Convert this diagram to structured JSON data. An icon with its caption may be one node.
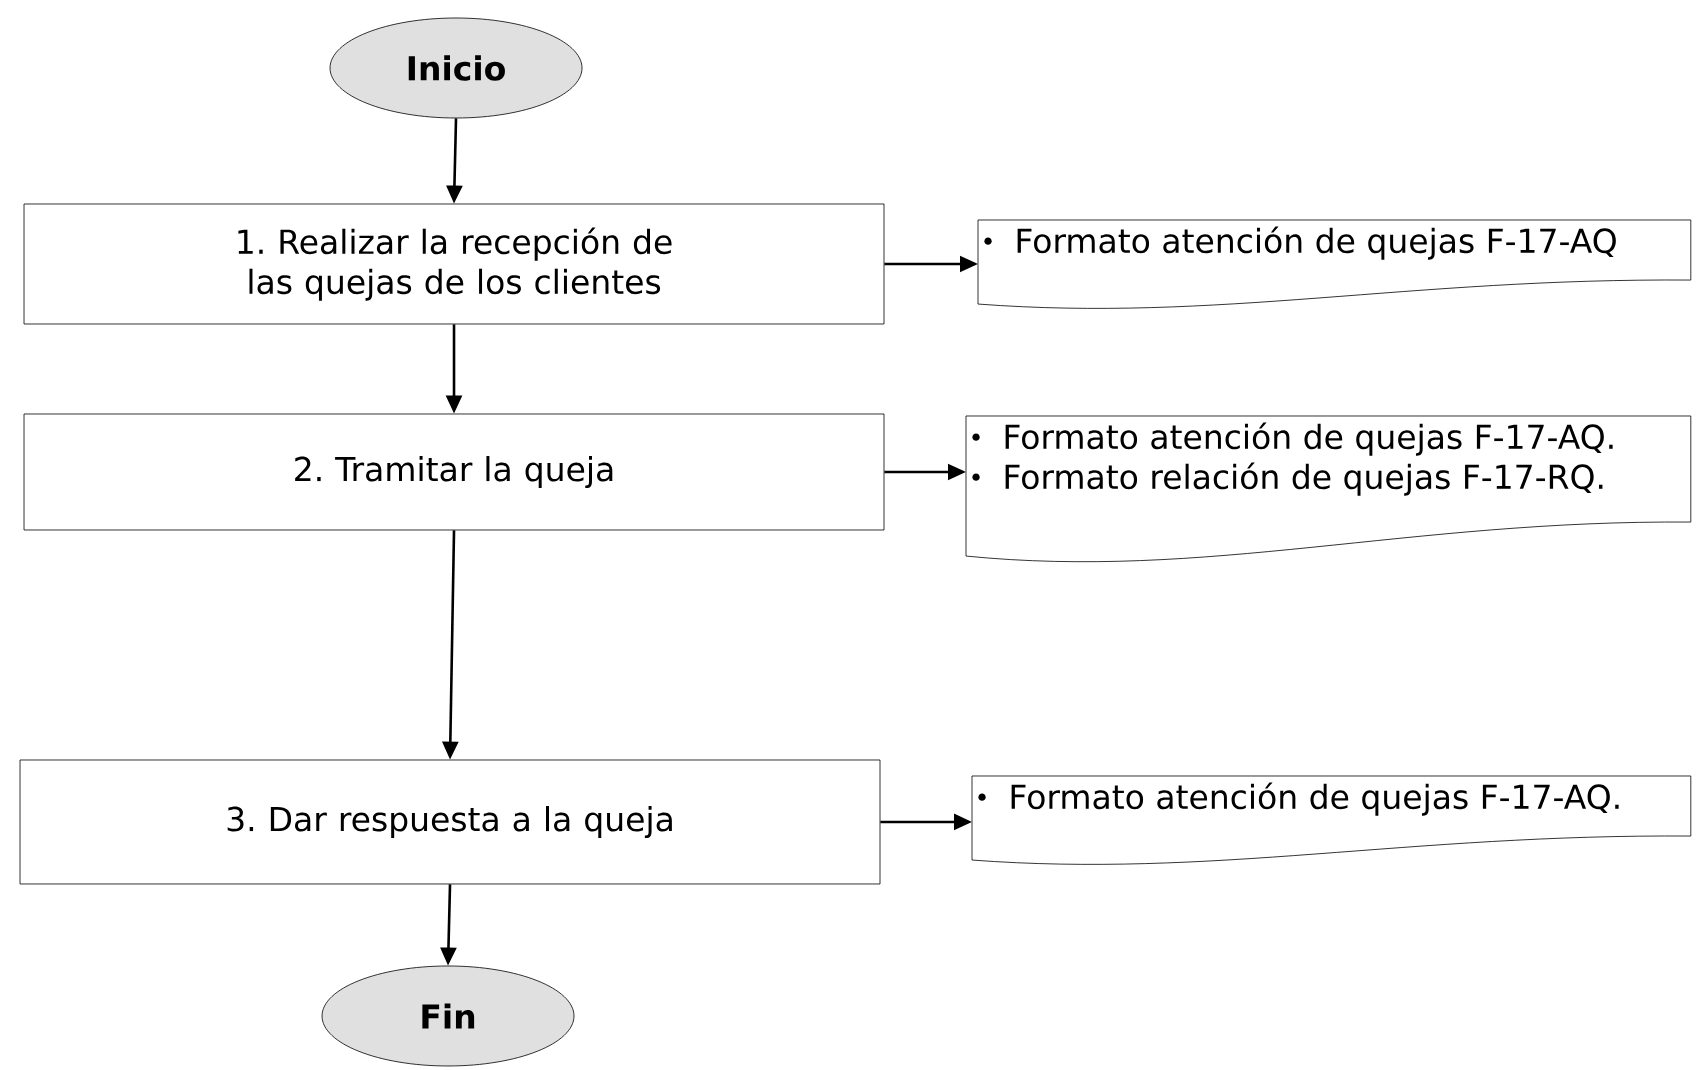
{
  "diagram": {
    "nodes": [
      {
        "text": [
          "Inicio"
        ]
      },
      {
        "text": [
          "1. Realizar la recepción de las quejas de los clientes"
        ]
      },
      {
        "text": [
          "Formato atención de quejas F-17-AQ"
        ]
      },
      {
        "text": [
          "2. Tramitar la queja"
        ]
      },
      {
        "text": [
          "Formato atención de quejas F-17-AQ.",
          "Formato relación de quejas F-17-RQ."
        ]
      },
      {
        "text": [
          "3. Dar respuesta a la queja"
        ]
      },
      {
        "text": [
          "Formato atención de quejas F-17-AQ."
        ]
      },
      {
        "text": [
          "Fin"
        ]
      }
    ],
    "edges": [
      {
        "from": 0,
        "to": 1,
        "arrow": "to"
      },
      {
        "from": 1,
        "to": 2,
        "arrow": "to"
      },
      {
        "from": 1,
        "to": 3,
        "arrow": "to"
      },
      {
        "from": 3,
        "to": 4,
        "arrow": "to"
      },
      {
        "from": 3,
        "to": 5,
        "arrow": "to"
      },
      {
        "from": 5,
        "to": 6,
        "arrow": "to"
      },
      {
        "from": 5,
        "to": 7,
        "arrow": "to"
      }
    ]
  }
}
